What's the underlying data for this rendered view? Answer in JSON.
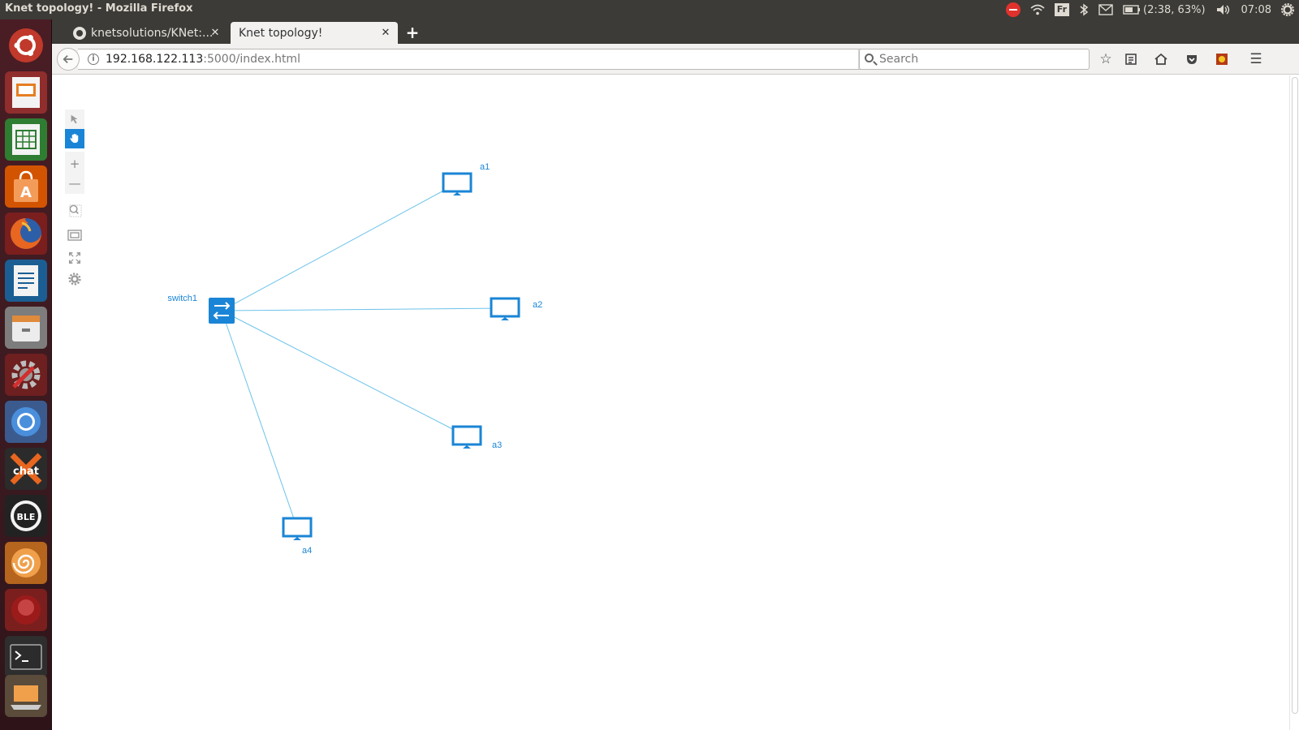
{
  "window": {
    "title": "Knet topology! - Mozilla Firefox"
  },
  "tray": {
    "keyboard": "Fr",
    "battery": "(2:38, 63%)",
    "clock": "07:08"
  },
  "tabs": [
    {
      "label": "knetsolutions/KNet:...",
      "active": false
    },
    {
      "label": "Knet topology!",
      "active": true
    }
  ],
  "navbar": {
    "url_host": "192.168.122.113",
    "url_path": ":5000/index.html",
    "search_placeholder": "Search"
  },
  "topology": {
    "nodes": [
      {
        "id": "switch1",
        "label": "switch1",
        "type": "switch"
      },
      {
        "id": "a1",
        "label": "a1",
        "type": "host"
      },
      {
        "id": "a2",
        "label": "a2",
        "type": "host"
      },
      {
        "id": "a3",
        "label": "a3",
        "type": "host"
      },
      {
        "id": "a4",
        "label": "a4",
        "type": "host"
      }
    ],
    "links": [
      [
        "switch1",
        "a1"
      ],
      [
        "switch1",
        "a2"
      ],
      [
        "switch1",
        "a3"
      ],
      [
        "switch1",
        "a4"
      ]
    ]
  },
  "colors": {
    "accent": "#1a85d6",
    "link": "#6cc3ea"
  }
}
